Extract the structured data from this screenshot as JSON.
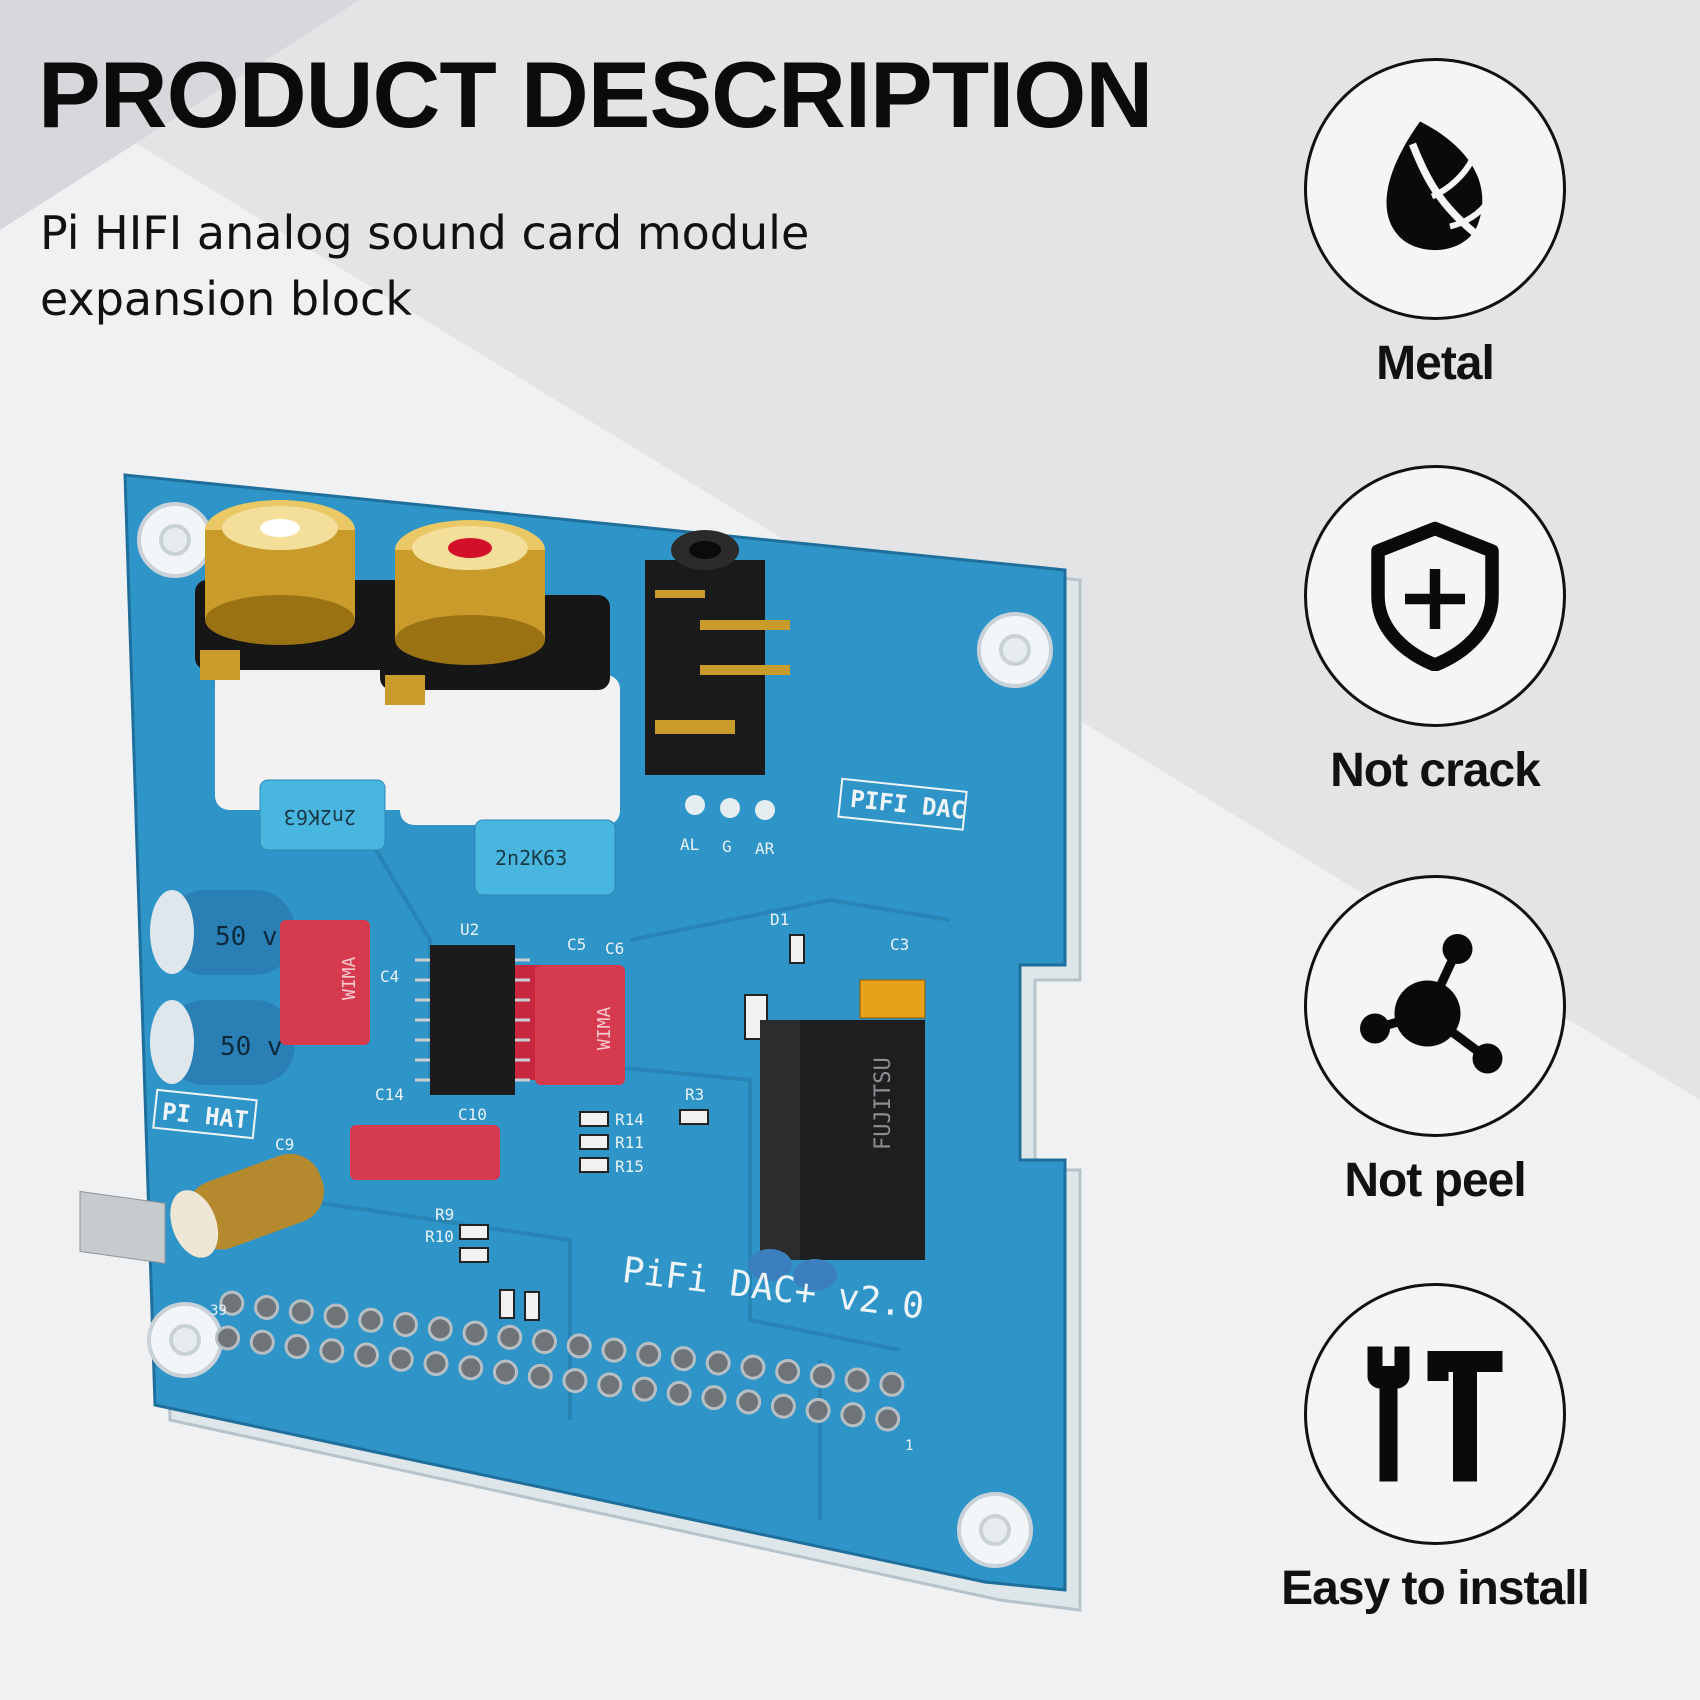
{
  "title": "PRODUCT DESCRIPTION",
  "subtitle": "Pi HIFI analog sound card module expansion block",
  "board": {
    "markings": {
      "cap_top_left": "2n2K63",
      "cap_top_right": "2n2K63",
      "elec_cap_1": "50 v",
      "elec_cap_2": "50 v",
      "film_cap": "WIMA",
      "pi_hat": "PI HAT",
      "pifi_dac_box": "PIFI DAC",
      "silk_main": "PiFi DAC+ v2.0",
      "pin_al": "AL",
      "pin_g": "G",
      "pin_ar": "AR",
      "lbl_u2": "U2",
      "lbl_c4": "C4",
      "lbl_c5": "C5",
      "lbl_c6": "C6",
      "lbl_c3": "C3",
      "lbl_c10": "C10",
      "lbl_d1": "D1",
      "lbl_r14": "R14",
      "lbl_r11": "R11",
      "lbl_r15": "R15",
      "lbl_r3": "R3",
      "lbl_r9": "R9",
      "lbl_r10": "R10",
      "lbl_c9": "C9",
      "lbl_c14": "C14",
      "relay_text": "FUJITSU",
      "pin_39": "39",
      "pin_1": "1"
    },
    "colors": {
      "pcb": "#2f95c8",
      "pcb_dark": "#1f6f9c",
      "gold": "#c89b2a",
      "red_cap": "#d63a4e"
    }
  },
  "features": [
    {
      "label": "Metal",
      "icon": "leaf-icon"
    },
    {
      "label": "Not crack",
      "icon": "shield-plus-icon"
    },
    {
      "label": "Not peel",
      "icon": "molecule-icon"
    },
    {
      "label": "Easy to install",
      "icon": "wrench-hammer-icon"
    }
  ]
}
